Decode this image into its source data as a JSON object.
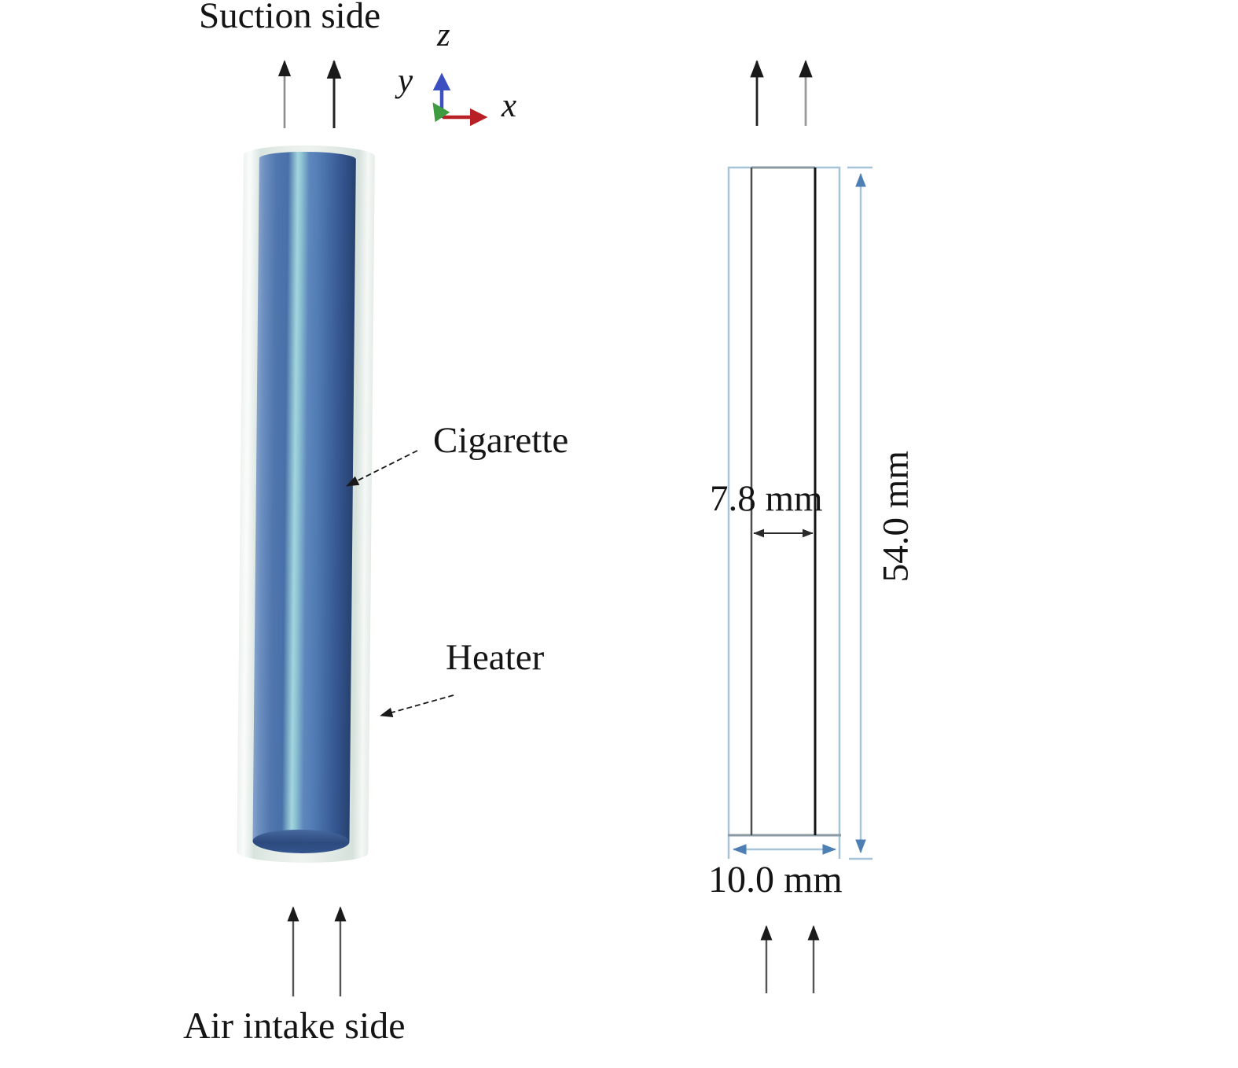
{
  "figure": {
    "left_model": {
      "suction_label": "Suction side",
      "air_intake_label": "Air intake side",
      "cigarette_label": "Cigarette",
      "heater_label": "Heater",
      "axis_labels": {
        "x": "x",
        "y": "y",
        "z": "z"
      }
    },
    "right_schematic": {
      "inner_diameter_label": "7.8 mm",
      "outer_diameter_label": "10.0 mm",
      "length_label": "54.0 mm"
    },
    "colors": {
      "cigarette_blue": "#4f73ac",
      "cigarette_highlight": "#a4d5de",
      "cigarette_dark_edge": "#27426f",
      "heater_shell_gray": "#e3ebe7",
      "schematic_outline_blue": "#a7c4d7",
      "dimension_arrow_blue": "#4d7fb5",
      "schematic_gray_line": "#8a99a2",
      "axis_x_red": "#b92025",
      "axis_y_green": "#3f9b3f",
      "axis_z_blue": "#3b4fc0",
      "text_black": "#141414"
    }
  }
}
